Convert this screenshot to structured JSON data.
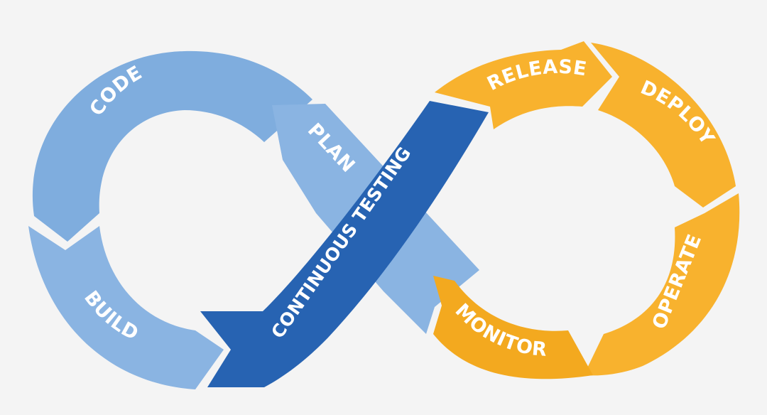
{
  "diagram": {
    "segments": {
      "code": "CODE",
      "build": "BUILD",
      "plan": "PLAN",
      "release": "RELEASE",
      "deploy": "DEPLOY",
      "operate": "OPERATE",
      "monitor": "MONITOR"
    },
    "center": "CONTINUOUS TESTING",
    "colors": {
      "dev_light": "#7fadde",
      "dev_mid": "#8ab4e2",
      "ops": "#f8b22e",
      "ops_dark": "#f3a91f",
      "center": "#2763b2",
      "background": "#f4f4f4"
    }
  }
}
